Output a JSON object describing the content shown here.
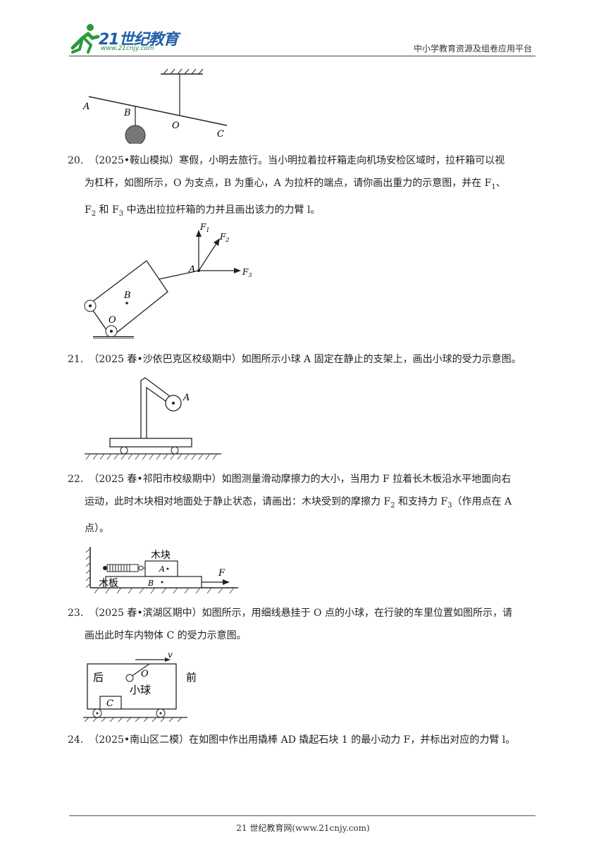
{
  "header": {
    "logo_text": "21世纪教育",
    "logo_url": "www.21cnjy.com",
    "platform": "中小学教育资源及组卷应用平台"
  },
  "fig19": {
    "labels": {
      "a": "A",
      "b": "B",
      "o": "O",
      "c": "C"
    }
  },
  "q20": {
    "number": "20.",
    "text_line1": "（2025•鞍山模拟）寒假，小明去旅行。当小明拉着拉杆箱走向机场安检区域时，拉杆箱可以视",
    "text_line2": "为杠杆，如图所示，O 为支点，B 为重心，A 为拉杆的端点，请你画出重力的示意图，并在 F",
    "text_line2_sub": "1",
    "text_line2_end": "、",
    "text_line3_a": "F",
    "text_line3_sub_a": "2",
    "text_line3_b": " 和 F",
    "text_line3_sub_b": "3",
    "text_line3_c": " 中选出拉拉杆箱的力并且画出该力的力臂 l。",
    "fig": {
      "f1": "F",
      "f1_sub": "1",
      "f2": "F",
      "f2_sub": "2",
      "f3": "F",
      "f3_sub": "3",
      "a": "A",
      "b": "B",
      "o": "O"
    }
  },
  "q21": {
    "number": "21.",
    "text": "（2025 春•沙依巴克区校级期中）如图所示小球 A 固定在静止的支架上，画出小球的受力示意图。",
    "fig": {
      "a": "A"
    }
  },
  "q22": {
    "number": "22.",
    "text_line1": "（2025 春•祁阳市校级期中）如图测量滑动摩擦力的大小，当用力 F 拉着长木板沿水平地面向右",
    "text_line2_a": "运动，此时木块相对地面处于静止状态，请画出：木块受到的摩擦力 F",
    "text_line2_sub_a": "2",
    "text_line2_b": " 和支持力 F",
    "text_line2_sub_b": "3",
    "text_line2_c": "（作用点在 A",
    "text_line3": "点）。",
    "fig": {
      "block": "木块",
      "board": "木板",
      "a": "A",
      "b": "B",
      "f": "F"
    }
  },
  "q23": {
    "number": "23.",
    "text_line1": "（2025 春•滨湖区期中）如图所示，用细线悬挂于 O 点的小球，在行驶的车里位置如图所示，请",
    "text_line2": "画出此时车内物体 C 的受力示意图。",
    "fig": {
      "v": "v",
      "o": "O",
      "back": "后",
      "front": "前",
      "ball": "小球",
      "c": "C"
    }
  },
  "q24": {
    "number": "24.",
    "text": "（2025•南山区二模）在如图中作出用撬棒 AD 撬起石块 1 的最小动力 F，并标出对应的力臂 l。"
  },
  "footer": {
    "text": "21 世纪教育网(www.21cnjy.com)"
  }
}
